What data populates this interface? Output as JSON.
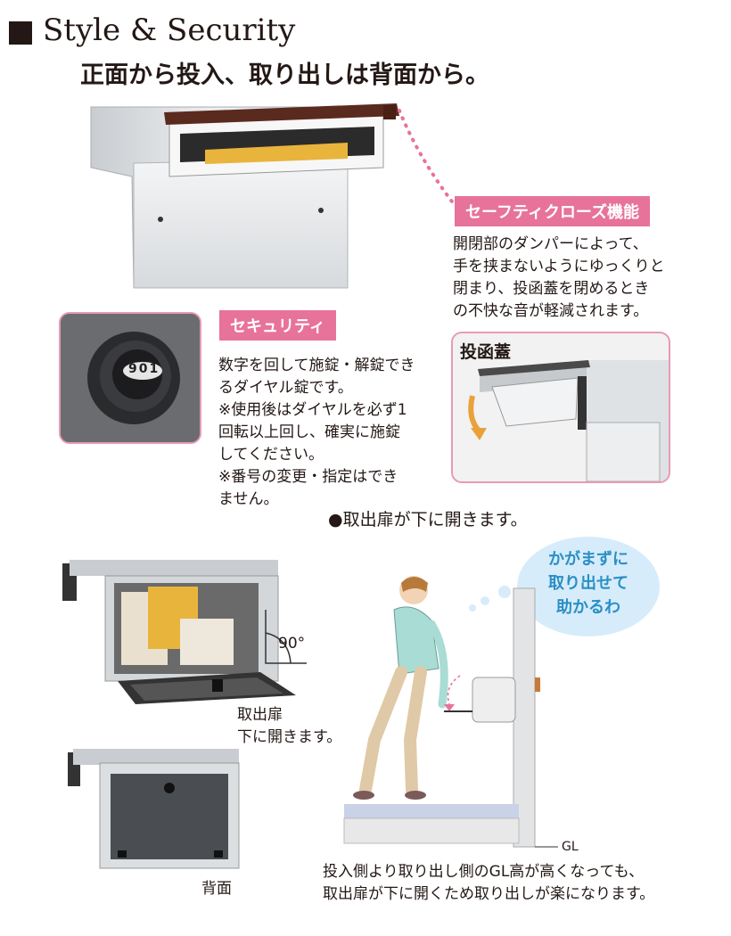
{
  "header": {
    "title_en": "Style & Security",
    "subtitle_jp": "正面から投入、取り出しは背面から。"
  },
  "safety_close": {
    "label": "セーフティクローズ機能",
    "lines": [
      "開閉部のダンパーによって、",
      "手を挟まないようにゆっくりと",
      "閉まり、投函蓋を閉めるとき",
      "の不快な音が軽減されます。"
    ]
  },
  "lid_panel": {
    "label": "投函蓋"
  },
  "security": {
    "label": "セキュリティ",
    "dial_digits": "901",
    "lines": [
      "数字を回して施錠・解錠でき",
      "るダイヤル錠です。",
      "※使用後はダイヤルを必ず1",
      "回転以上回し、確実に施錠",
      "してください。",
      "※番号の変更・指定はでき",
      "ません。"
    ]
  },
  "door_section": {
    "heading": "●取出扉が下に開きます。",
    "angle_label": "90°",
    "door_caption_line1": "取出扉",
    "door_caption_line2": "下に開きます。",
    "back_caption": "背面",
    "speech_line1": "かがまずに",
    "speech_line2": "取り出せて",
    "speech_line3": "助かるわ",
    "gl_label": "GL",
    "footer_line1": "投入側より取り出し側のGL高が高くなっても、",
    "footer_line2": "取出扉が下に開くため取り出しが楽になります。"
  },
  "colors": {
    "accent_pink": "#e7739a",
    "panel_border": "#e89ab5",
    "speech_text": "#2a8fc4",
    "speech_bubble": "#d6ecfa",
    "lid_brown": "#5a2a1e",
    "text": "#231815"
  }
}
